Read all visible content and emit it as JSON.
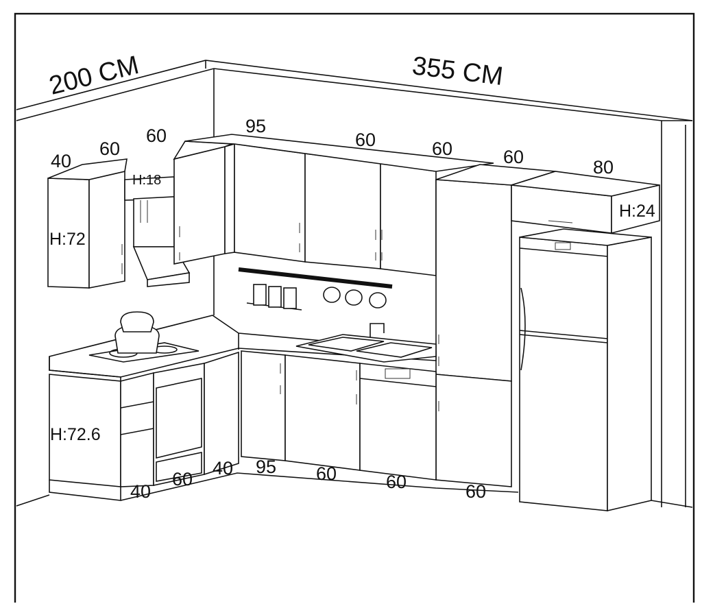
{
  "wall_labels": {
    "left_wall": "200 CM",
    "back_wall": "355 CM"
  },
  "upper_widths": {
    "w40": "40",
    "w60a": "60",
    "w60b": "60",
    "w95": "95",
    "w60c": "60",
    "w60d": "60",
    "w60e": "60",
    "w80": "80"
  },
  "heights": {
    "upper": "H:72",
    "hood": "H:18",
    "top_box": "H:24",
    "base": "H:72.6"
  },
  "base_widths": {
    "b40a": "40",
    "b60a": "60",
    "b40b": "40",
    "b95": "95",
    "b60b": "60",
    "b60c": "60",
    "b60d": "60"
  }
}
